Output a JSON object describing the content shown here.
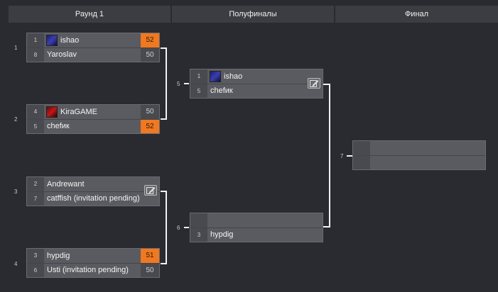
{
  "header": {
    "round1": "Раунд 1",
    "semifinals": "Полуфиналы",
    "final": "Финал"
  },
  "round1": {
    "matches": [
      {
        "number": "1",
        "top": {
          "seed": "1",
          "name": "ishao",
          "score": "52"
        },
        "bottom": {
          "seed": "8",
          "name": "Yaroslav",
          "score": "50"
        }
      },
      {
        "number": "2",
        "top": {
          "seed": "4",
          "name": "KiraGAME",
          "score": "50"
        },
        "bottom": {
          "seed": "5",
          "name": "chefик",
          "score": "52"
        }
      },
      {
        "number": "3",
        "top": {
          "seed": "2",
          "name": "Andrewant",
          "score": ""
        },
        "bottom": {
          "seed": "7",
          "name": "catffish (invitation pending)",
          "score": ""
        }
      },
      {
        "number": "4",
        "top": {
          "seed": "3",
          "name": "hypdig",
          "score": "51"
        },
        "bottom": {
          "seed": "6",
          "name": "Usti (invitation pending)",
          "score": "50"
        }
      }
    ]
  },
  "semifinals": {
    "matches": [
      {
        "number": "5",
        "top": {
          "seed": "1",
          "name": "ishao"
        },
        "bottom": {
          "seed": "5",
          "name": "chefик"
        }
      },
      {
        "number": "6",
        "top": {
          "seed": "",
          "name": ""
        },
        "bottom": {
          "seed": "3",
          "name": "hypdig"
        }
      }
    ]
  },
  "final": {
    "number": "7"
  },
  "colors": {
    "win_score": "#f07820",
    "background": "#2a2b30"
  },
  "icons": {
    "edit": "edit-icon"
  }
}
